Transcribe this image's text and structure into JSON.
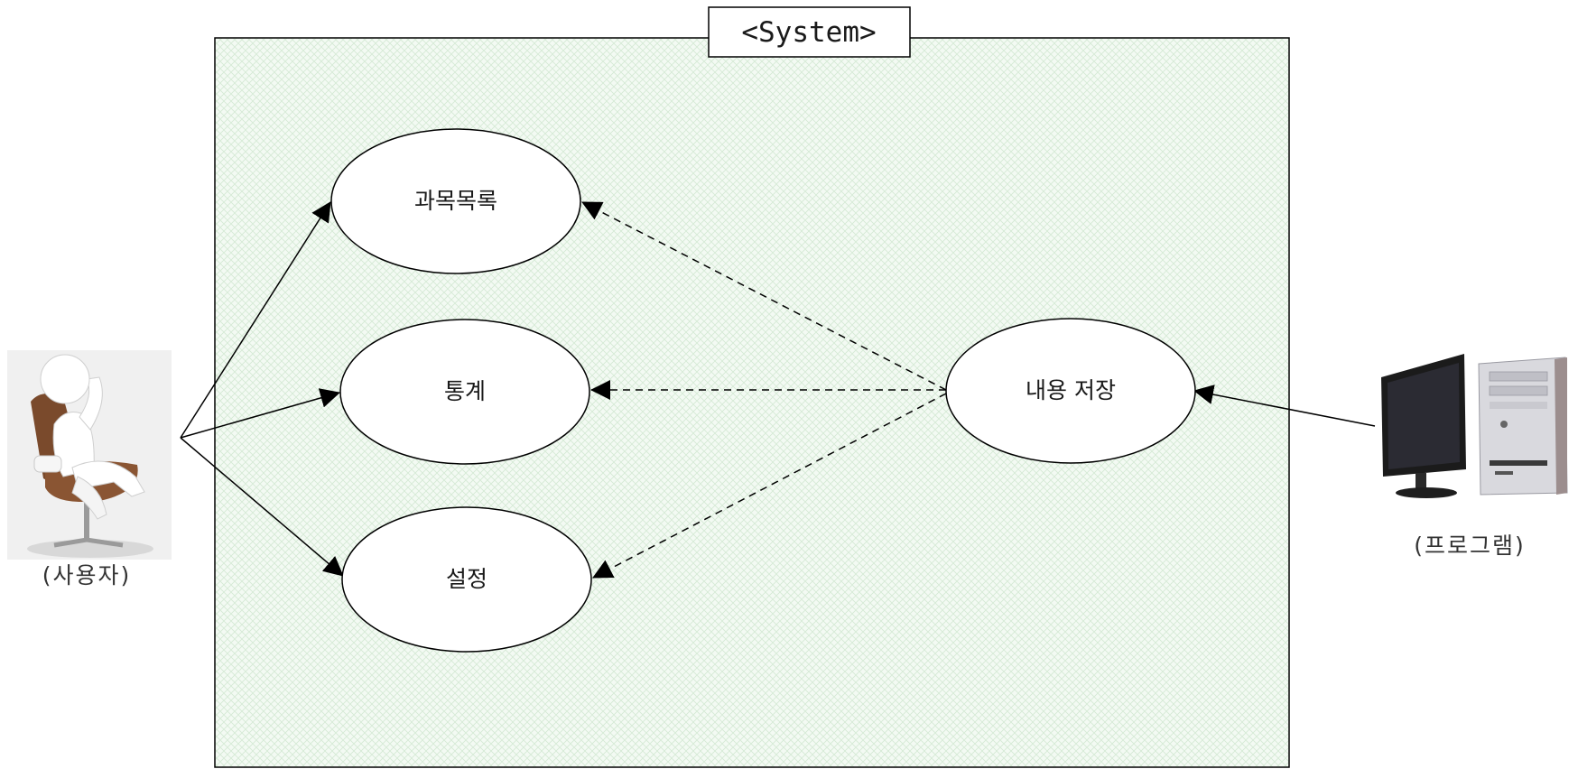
{
  "system": {
    "title": "<System>"
  },
  "use_cases": {
    "subject_list": "과목목록",
    "statistics": "통계",
    "settings": "설정",
    "save_content": "내용 저장"
  },
  "actors": {
    "user_label": "(사용자)",
    "program_label": "(프로그램)"
  },
  "colors": {
    "system_fill": "#eef7ee",
    "system_hatch": "#cfe6cf",
    "line": "#000000"
  }
}
